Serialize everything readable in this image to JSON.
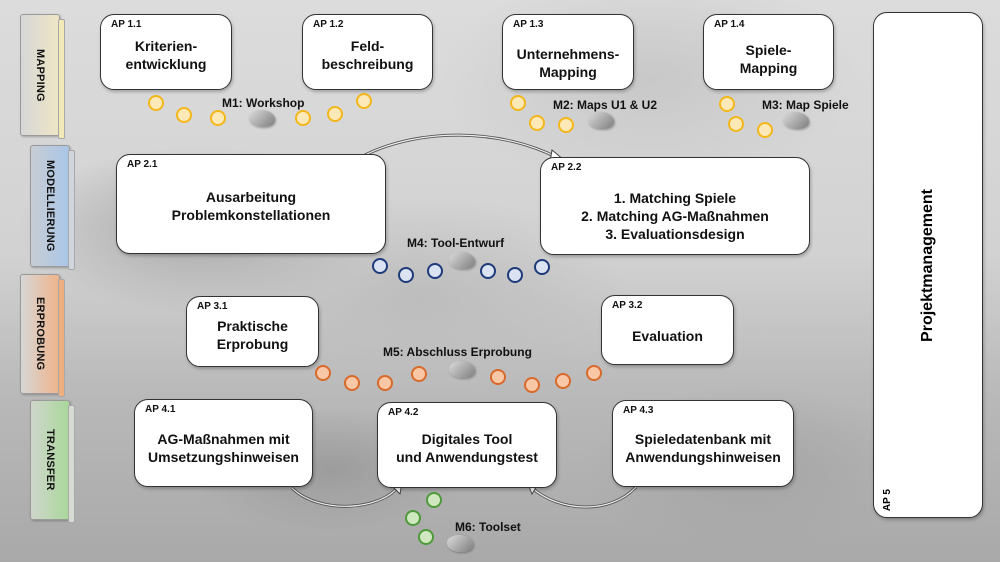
{
  "phases": [
    {
      "label": "MAPPING",
      "color": "#efe6c4"
    },
    {
      "label": "MODELLIERUNG",
      "color": "#a9c6e8"
    },
    {
      "label": "ERPROBUNG",
      "color": "#f0b48a"
    },
    {
      "label": "TRANSFER",
      "color": "#a9d89a"
    }
  ],
  "work_packages": {
    "ap11": {
      "ap": "AP 1.1",
      "title": "Kriterien-\nentwicklung"
    },
    "ap12": {
      "ap": "AP 1.2",
      "title": "Feld-\nbeschreibung"
    },
    "ap13": {
      "ap": "AP 1.3",
      "title": "Unternehmens-\nMapping"
    },
    "ap14": {
      "ap": "AP 1.4",
      "title": "Spiele-\nMapping"
    },
    "ap21": {
      "ap": "AP 2.1",
      "title": "Ausarbeitung\nProblemkonstellationen"
    },
    "ap22": {
      "ap": "AP 2.2",
      "title": "1. Matching Spiele\n2. Matching AG-Maßnahmen\n3. Evaluationsdesign"
    },
    "ap31": {
      "ap": "AP 3.1",
      "title": "Praktische\nErprobung"
    },
    "ap32": {
      "ap": "AP 3.2",
      "title": "Evaluation"
    },
    "ap41": {
      "ap": "AP 4.1",
      "title": "AG-Maßnahmen mit\nUmsetzungshinweisen"
    },
    "ap42": {
      "ap": "AP 4.2",
      "title": "Digitales Tool\nund Anwendungstest"
    },
    "ap43": {
      "ap": "AP 4.3",
      "title": "Spieledatenbank mit\nAnwendungshinweisen"
    },
    "ap5": {
      "ap": "AP 5",
      "title": "Projektmanagement"
    }
  },
  "milestones": {
    "m1": "M1: Workshop",
    "m2": "M2: Maps U1 & U2",
    "m3": "M3: Map Spiele",
    "m4": "M4: Tool-Entwurf",
    "m5": "M5: Abschluss Erprobung",
    "m6": "M6: Toolset"
  }
}
